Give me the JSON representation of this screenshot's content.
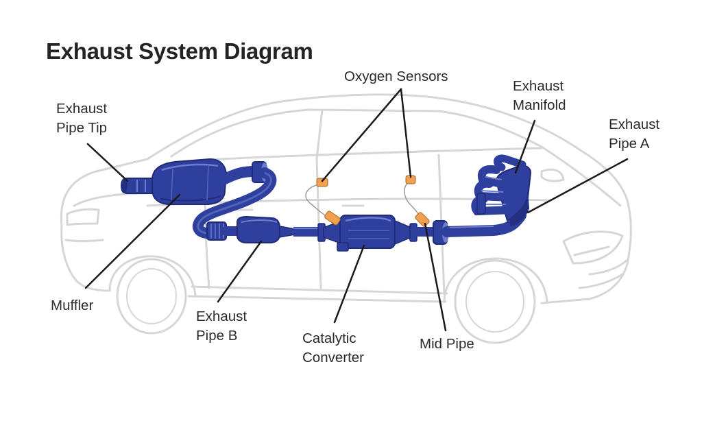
{
  "title": "Exhaust System Diagram",
  "labels": {
    "oxygen_sensors": "Oxygen Sensors",
    "exhaust_manifold": [
      "Exhaust",
      "Manifold"
    ],
    "exhaust_pipe_a": [
      "Exhaust",
      "Pipe A"
    ],
    "exhaust_pipe_tip": [
      "Exhaust",
      "Pipe Tip"
    ],
    "muffler": "Muffler",
    "exhaust_pipe_b": [
      "Exhaust",
      "Pipe B"
    ],
    "catalytic_converter": [
      "Catalytic",
      "Converter"
    ],
    "mid_pipe": "Mid Pipe"
  },
  "colors": {
    "background": "#ffffff",
    "car_outline": "#d9d9d9",
    "exhaust_body": "#2f3f9e",
    "exhaust_shadow": "#1f2a78",
    "exhaust_highlight": "#6d7ccc",
    "sensor": "#f2a050",
    "leader_line": "#1a1a1a",
    "text": "#2b2b2b"
  }
}
